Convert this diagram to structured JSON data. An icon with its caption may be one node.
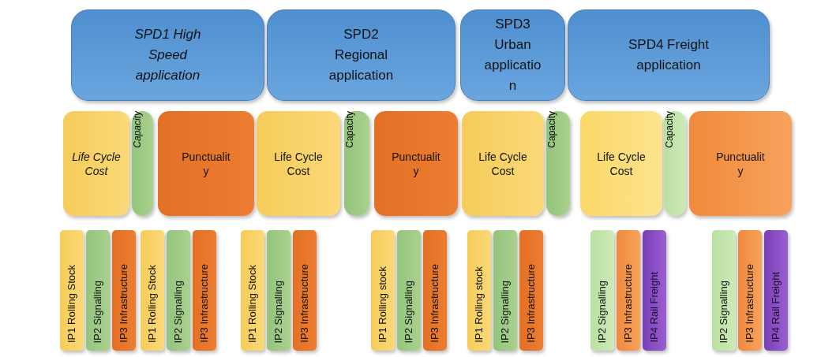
{
  "diagram": {
    "nodes": [
      {
        "text": [
          "SPD1 High Speed application"
        ]
      },
      {
        "text": [
          "SPD2 Regional application"
        ]
      },
      {
        "text": [
          "SPD3 Urban application"
        ]
      },
      {
        "text": [
          "SPD4 Freight application"
        ]
      },
      {
        "text": [
          "Life Cycle Cost"
        ]
      },
      {
        "text": [
          "Capacity"
        ]
      },
      {
        "text": [
          "Punctuality"
        ]
      },
      {
        "text": [
          "Life Cycle Cost"
        ]
      },
      {
        "text": [
          "Capacity"
        ]
      },
      {
        "text": [
          "Punctuality"
        ]
      },
      {
        "text": [
          "Life Cycle Cost"
        ]
      },
      {
        "text": [
          "Capacity"
        ]
      },
      {
        "text": [
          "Life Cycle Cost"
        ]
      },
      {
        "text": [
          "Capacity"
        ]
      },
      {
        "text": [
          "Punctuality"
        ]
      },
      {
        "text": [
          "IP1 Rolling Stock"
        ]
      },
      {
        "text": [
          "IP2 Signalling"
        ]
      },
      {
        "text": [
          "IP3 Infrastructure"
        ]
      },
      {
        "text": [
          "IP1 Rolling Stock"
        ]
      },
      {
        "text": [
          "IP2 Signalling"
        ]
      },
      {
        "text": [
          "IP3 Infrastructure"
        ]
      },
      {
        "text": [
          "IP1 Rolling Stock"
        ]
      },
      {
        "text": [
          "IP2 Signalling"
        ]
      },
      {
        "text": [
          "IP3 Infrastructure"
        ]
      },
      {
        "text": [
          "IP1 Rolling stock"
        ]
      },
      {
        "text": [
          "IP2 Signalling"
        ]
      },
      {
        "text": [
          "IP3 Infrastructure"
        ]
      },
      {
        "text": [
          "IP1 Rolling stock"
        ]
      },
      {
        "text": [
          "IP2 Signalling"
        ]
      },
      {
        "text": [
          "IP3 Infrastructure"
        ]
      },
      {
        "text": [
          "IP2 Signalling"
        ]
      },
      {
        "text": [
          "IP3 Infrastructure"
        ]
      },
      {
        "text": [
          "IP4 Rail Freight"
        ]
      },
      {
        "text": [
          "IP2 Signalling"
        ]
      },
      {
        "text": [
          "IP3 Infrastructure"
        ]
      },
      {
        "text": [
          "IP4 Rail Freight"
        ]
      }
    ]
  }
}
